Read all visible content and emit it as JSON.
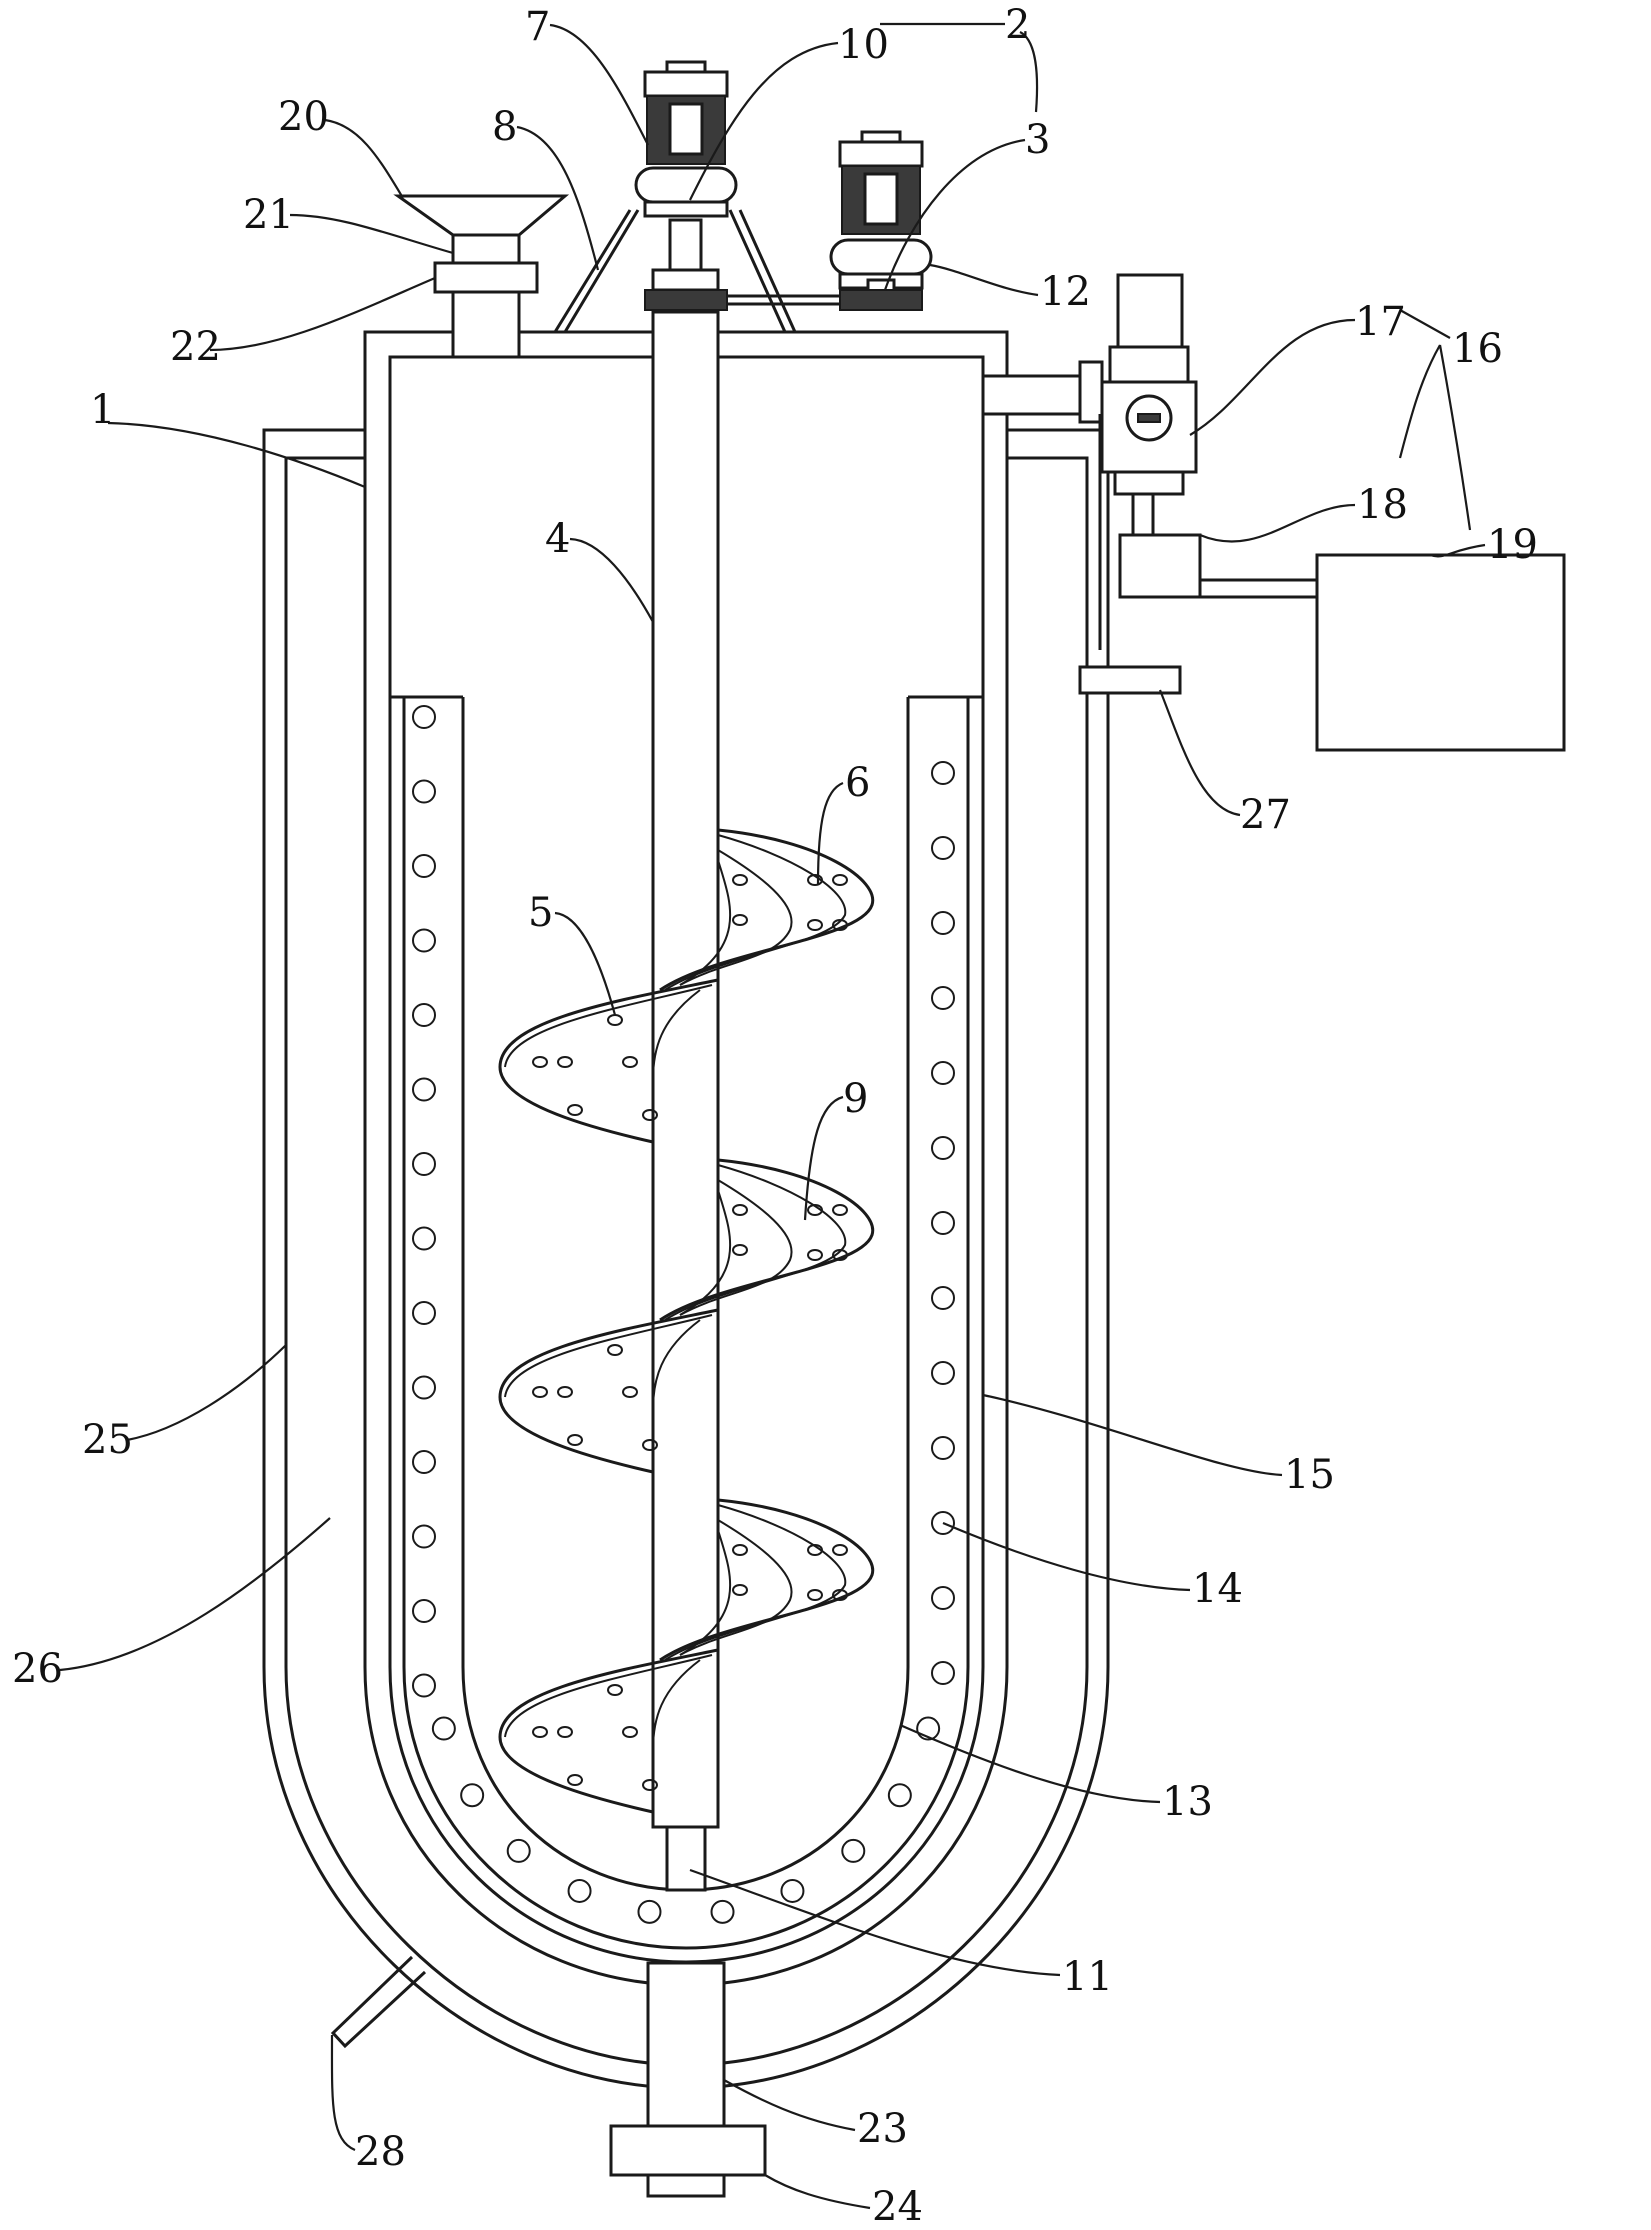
{
  "figure": {
    "type": "patent-drawing",
    "subject": "stirred tank with jacket, helical ribbon agitator, heating element and auxiliary unit",
    "line_color": "#1a1a1a",
    "background": "#ffffff"
  },
  "labels": [
    {
      "id": "1",
      "text": "1"
    },
    {
      "id": "2",
      "text": "2"
    },
    {
      "id": "3",
      "text": "3"
    },
    {
      "id": "4",
      "text": "4"
    },
    {
      "id": "5",
      "text": "5"
    },
    {
      "id": "6",
      "text": "6"
    },
    {
      "id": "7",
      "text": "7"
    },
    {
      "id": "8",
      "text": "8"
    },
    {
      "id": "9",
      "text": "9"
    },
    {
      "id": "10",
      "text": "10"
    },
    {
      "id": "11",
      "text": "11"
    },
    {
      "id": "12",
      "text": "12"
    },
    {
      "id": "13",
      "text": "13"
    },
    {
      "id": "14",
      "text": "14"
    },
    {
      "id": "15",
      "text": "15"
    },
    {
      "id": "16",
      "text": "16"
    },
    {
      "id": "17",
      "text": "17"
    },
    {
      "id": "18",
      "text": "18"
    },
    {
      "id": "19",
      "text": "19"
    },
    {
      "id": "20",
      "text": "20"
    },
    {
      "id": "21",
      "text": "21"
    },
    {
      "id": "22",
      "text": "22"
    },
    {
      "id": "23",
      "text": "23"
    },
    {
      "id": "24",
      "text": "24"
    },
    {
      "id": "25",
      "text": "25"
    },
    {
      "id": "26",
      "text": "26"
    },
    {
      "id": "27",
      "text": "27"
    },
    {
      "id": "28",
      "text": "28"
    }
  ],
  "heater_holes": {
    "left_column_count": 14,
    "right_column_count": 13,
    "bottom_arc_count": 10
  }
}
